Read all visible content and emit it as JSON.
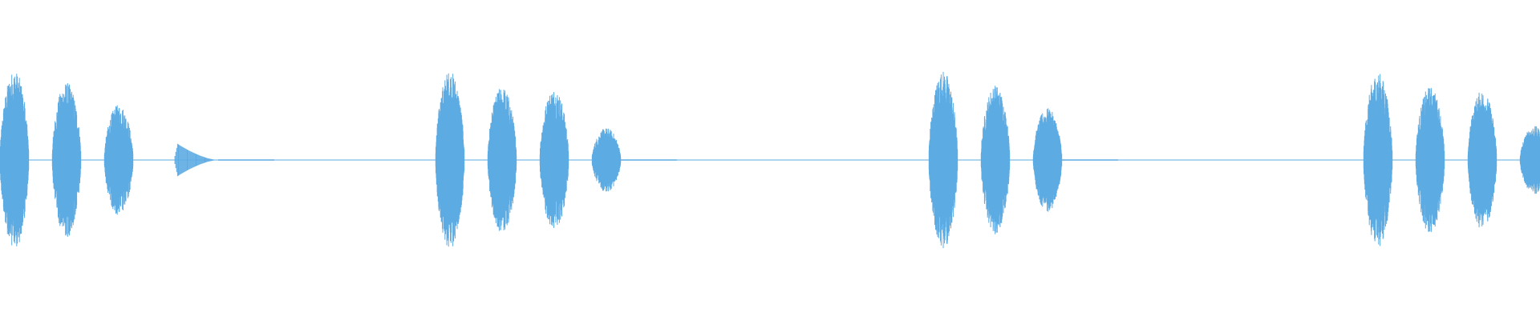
{
  "waveform": {
    "color": "#5dabe3",
    "background": "#ffffff",
    "groups": [
      {
        "bursts": [
          {
            "amp": 1.0,
            "shape": "tone"
          },
          {
            "amp": 0.87,
            "shape": "tone"
          },
          {
            "amp": 0.62,
            "shape": "tone"
          },
          {
            "amp": 0.18,
            "shape": "click"
          }
        ]
      },
      {
        "bursts": [
          {
            "amp": 1.0,
            "shape": "tone"
          },
          {
            "amp": 0.82,
            "shape": "tone"
          },
          {
            "amp": 0.8,
            "shape": "tone"
          },
          {
            "amp": 0.36,
            "shape": "tone"
          }
        ]
      },
      {
        "bursts": [
          {
            "amp": 1.0,
            "shape": "tone"
          },
          {
            "amp": 0.84,
            "shape": "tone"
          },
          {
            "amp": 0.58,
            "shape": "tone"
          }
        ]
      },
      {
        "bursts": [
          {
            "amp": 0.98,
            "shape": "tone"
          },
          {
            "amp": 0.82,
            "shape": "tone"
          },
          {
            "amp": 0.78,
            "shape": "tone"
          },
          {
            "amp": 0.38,
            "shape": "tone"
          }
        ]
      }
    ]
  }
}
